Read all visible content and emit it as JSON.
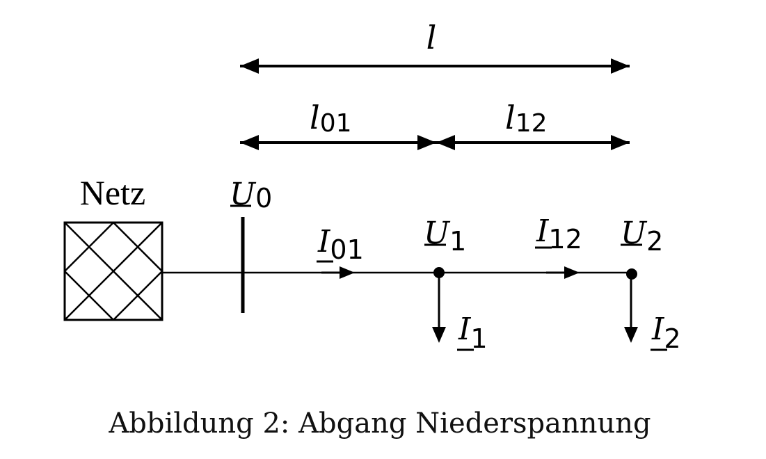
{
  "diagram": {
    "source_label": "Netz",
    "length_total": {
      "symbol": "l",
      "sub": ""
    },
    "length_01": {
      "symbol": "l",
      "sub": "01"
    },
    "length_12": {
      "symbol": "l",
      "sub": "12"
    },
    "voltage_0": {
      "symbol": "U",
      "sub": "0"
    },
    "voltage_1": {
      "symbol": "U",
      "sub": "1"
    },
    "voltage_2": {
      "symbol": "U",
      "sub": "2"
    },
    "current_01": {
      "symbol": "I",
      "sub": "01"
    },
    "current_12": {
      "symbol": "I",
      "sub": "12"
    },
    "current_1": {
      "symbol": "I",
      "sub": "1"
    },
    "current_2": {
      "symbol": "I",
      "sub": "2"
    }
  },
  "caption": "Abbildung 2: Abgang Niederspannung"
}
